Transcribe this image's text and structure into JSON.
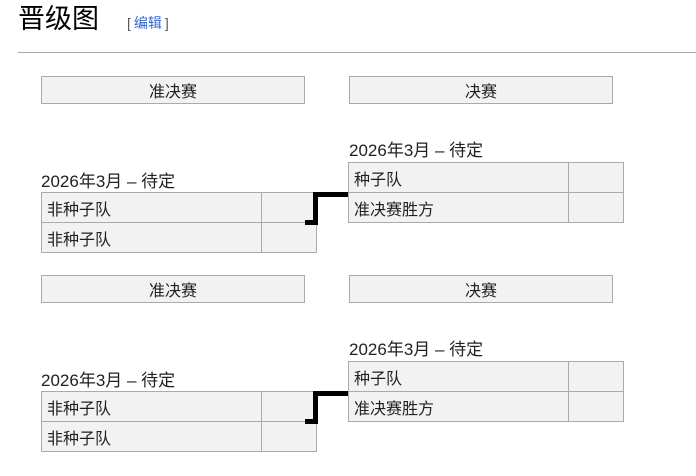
{
  "title": "晋级图",
  "edit_link": {
    "bracket_open": "[",
    "label": "编辑",
    "bracket_close": "]"
  },
  "colors": {
    "link_blue": "#3366cc",
    "bracket_gray": "#54595d",
    "cell_background": "#f2f2f2",
    "table_border": "#aaaaaa",
    "heading_rule": "#a2a9b1",
    "connector_black": "#000000"
  },
  "sections": [
    {
      "headers": {
        "semifinal": "准决赛",
        "final": "决赛"
      },
      "semifinal_match": {
        "date": "2026年3月 – 待定",
        "teams": [
          {
            "name": "非种子队",
            "score": ""
          },
          {
            "name": "非种子队",
            "score": ""
          }
        ]
      },
      "final_match": {
        "date": "2026年3月 – 待定",
        "teams": [
          {
            "name": "种子队",
            "score": ""
          },
          {
            "name": "准决赛胜方",
            "score": ""
          }
        ]
      }
    },
    {
      "headers": {
        "semifinal": "准决赛",
        "final": "决赛"
      },
      "semifinal_match": {
        "date": "2026年3月 – 待定",
        "teams": [
          {
            "name": "非种子队",
            "score": ""
          },
          {
            "name": "非种子队",
            "score": ""
          }
        ]
      },
      "final_match": {
        "date": "2026年3月 – 待定",
        "teams": [
          {
            "name": "种子队",
            "score": ""
          },
          {
            "name": "准决赛胜方",
            "score": ""
          }
        ]
      }
    }
  ]
}
